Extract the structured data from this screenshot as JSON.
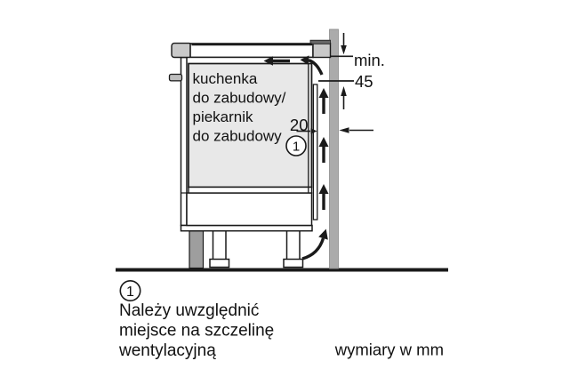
{
  "diagram": {
    "appliance_label": {
      "lines": [
        "kuchenka",
        "do zabudowy/",
        "piekarnik",
        "do zabudowy"
      ]
    },
    "dimensions": {
      "min_prefix": "min.",
      "top_clearance": "45",
      "back_gap": "20"
    },
    "callout": {
      "number": "1"
    }
  },
  "legend": {
    "callout_number": "1",
    "note_lines": [
      "Należy uwzględnić",
      "miejsce na szczelinę",
      "wentylacyjną"
    ],
    "units_note": "wymiary w mm"
  },
  "colors": {
    "wall": "#ababab",
    "worktop_cap": "#c9c9c9",
    "oven_body": "#e8e8e8",
    "plinth_support": "#9e9e9e",
    "handle": "#bdbdbd",
    "hob_trim": "#666666",
    "line": "#1a1a1a"
  }
}
